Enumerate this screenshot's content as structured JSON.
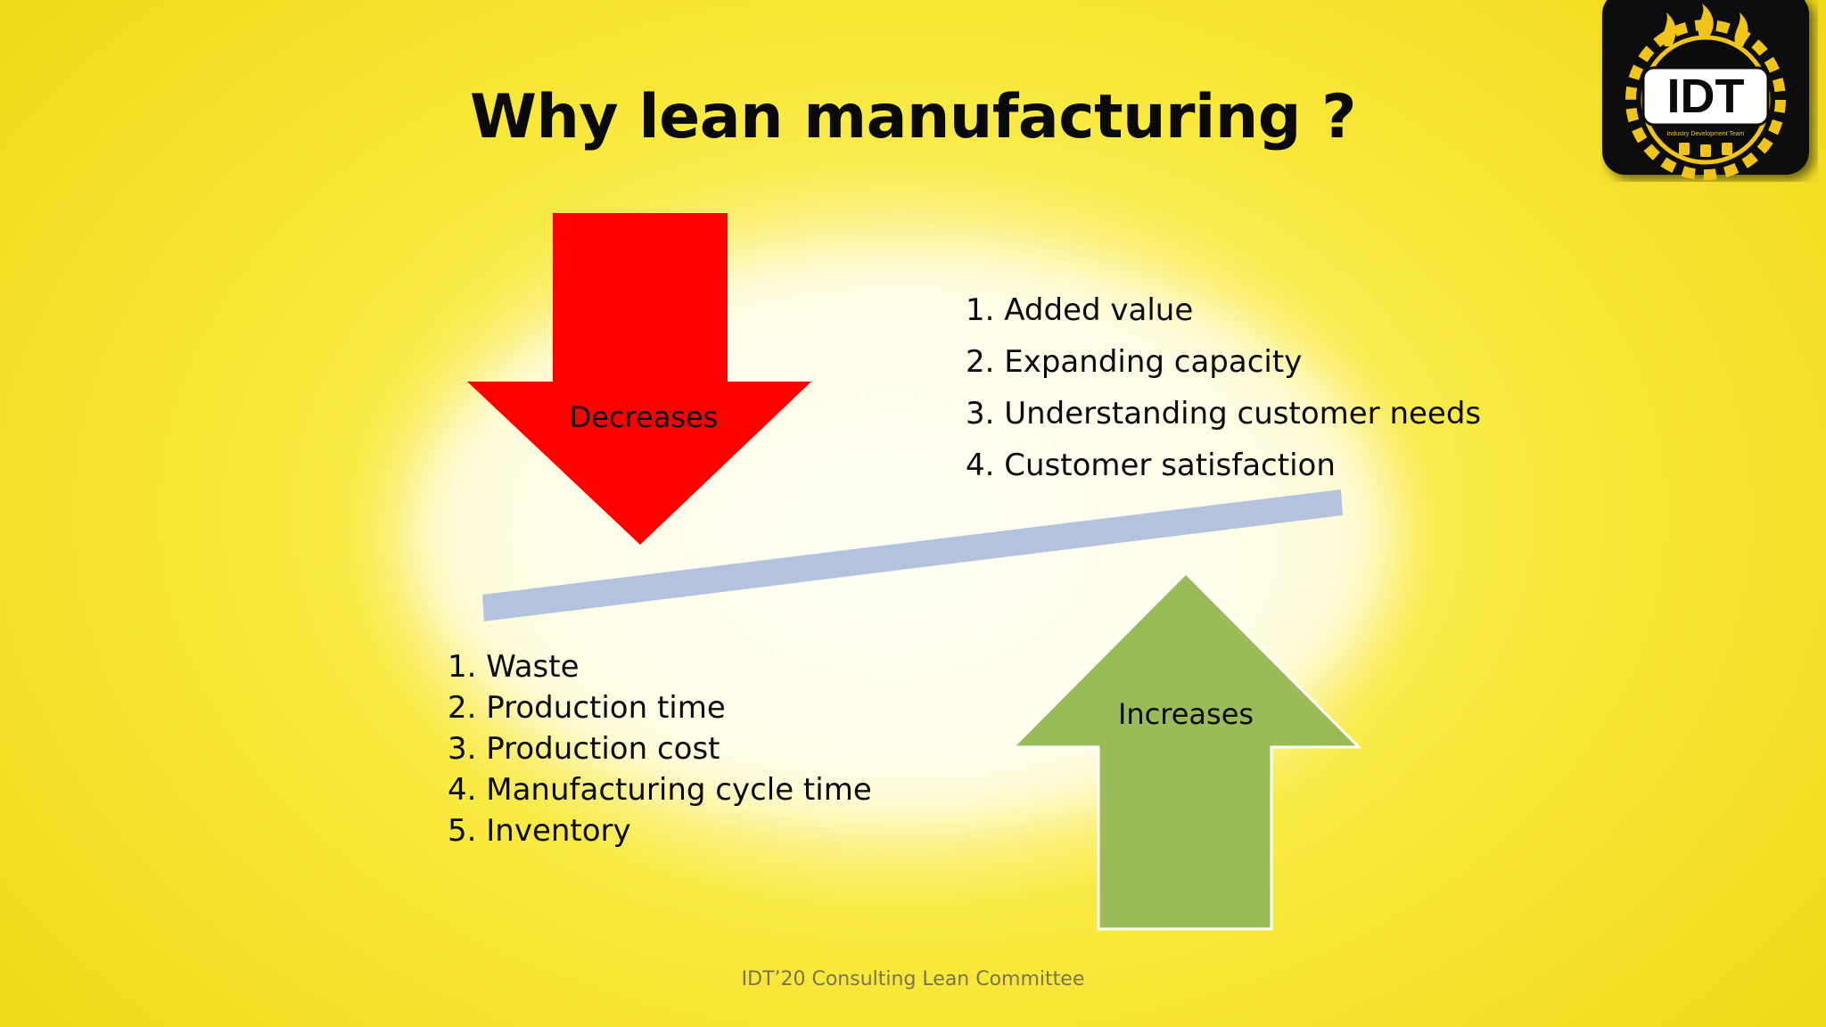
{
  "slide": {
    "title": "Why lean manufacturing ?",
    "footer": "IDT’20 Consulting Lean Committee"
  },
  "diagram": {
    "decrease_arrow": {
      "label": "Decreases",
      "color": "#ff0000"
    },
    "increase_arrow": {
      "label": "Increases",
      "color": "#9bbb59"
    },
    "balance_bar_color": "#b4c3dd",
    "increases": [
      "1. Added value",
      "2. Expanding capacity",
      "3. Understanding customer needs",
      "4. Customer satisfaction"
    ],
    "decreases": [
      "1. Waste",
      "2. Production time",
      "3. Production cost",
      "4. Manufacturing cycle time",
      "5. Inventory"
    ]
  },
  "logo": {
    "text": "IDT",
    "subtext": "Industry Development Team",
    "icon": "gear-flame-logo"
  },
  "colors": {
    "background": "#f7e43a",
    "title": "#0a0a0a"
  }
}
